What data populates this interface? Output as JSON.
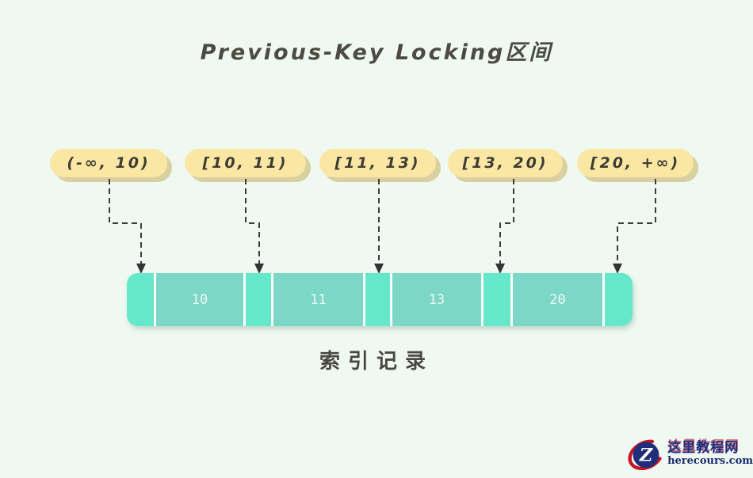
{
  "diagram": {
    "title": "Previous-Key Locking区间",
    "caption": "索引记录",
    "intervals": [
      {
        "label": "(-∞, 10)"
      },
      {
        "label": "[10, 11)"
      },
      {
        "label": "[11, 13)"
      },
      {
        "label": "[13, 20)"
      },
      {
        "label": "[20, +∞)"
      }
    ],
    "index_records": [
      "10",
      "11",
      "13",
      "20"
    ]
  },
  "watermark": {
    "site_name": "这里教程网",
    "site_url": "herecours.com",
    "logo_letter": "Z"
  },
  "colors": {
    "background": "#eff8f1",
    "pill_fill": "#fbe7a4",
    "pill_shadow": "#d9d0a0",
    "bar_gap_segment": "#65e7c9",
    "bar_record_segment": "#7dd7c6",
    "connector": "#3c3c3c",
    "text_dark": "#4c4b41",
    "watermark_navy": "#1c3187",
    "watermark_red": "#c41425"
  }
}
